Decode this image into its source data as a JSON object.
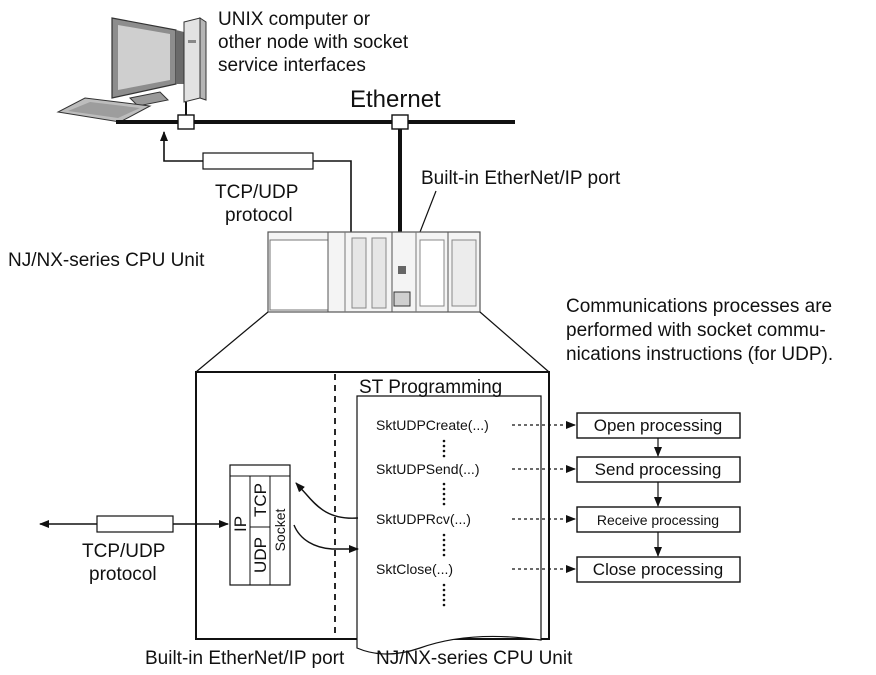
{
  "labels": {
    "unix_node_line1": "UNIX computer or",
    "unix_node_line2": "other node with socket",
    "unix_node_line3": "service interfaces",
    "ethernet": "Ethernet",
    "builtin_port_top": "Built-in EtherNet/IP port",
    "tcpudp_top_line1": "TCP/UDP",
    "tcpudp_top_line2": "protocol",
    "cpu_unit_left": "NJ/NX-series CPU Unit",
    "comm_line1": "Communications processes are",
    "comm_line2": "performed with socket commu-",
    "comm_line3": "nications instructions (for UDP).",
    "st_programming": "ST Programming",
    "stack_ip": "IP",
    "stack_tcp": "TCP",
    "stack_udp": "UDP",
    "stack_socket": "Socket",
    "tcpudp_left_line1": "TCP/UDP",
    "tcpudp_left_line2": "protocol",
    "builtin_port_bottom": "Built-in EtherNet/IP port",
    "cpu_unit_bottom": "NJ/NX-series CPU Unit"
  },
  "instructions": [
    "SktUDPCreate(...)",
    "SktUDPSend(...)",
    "SktUDPRcv(...)",
    "SktClose(...)"
  ],
  "processes": [
    "Open processing",
    "Send processing",
    "Receive processing",
    "Close processing"
  ]
}
